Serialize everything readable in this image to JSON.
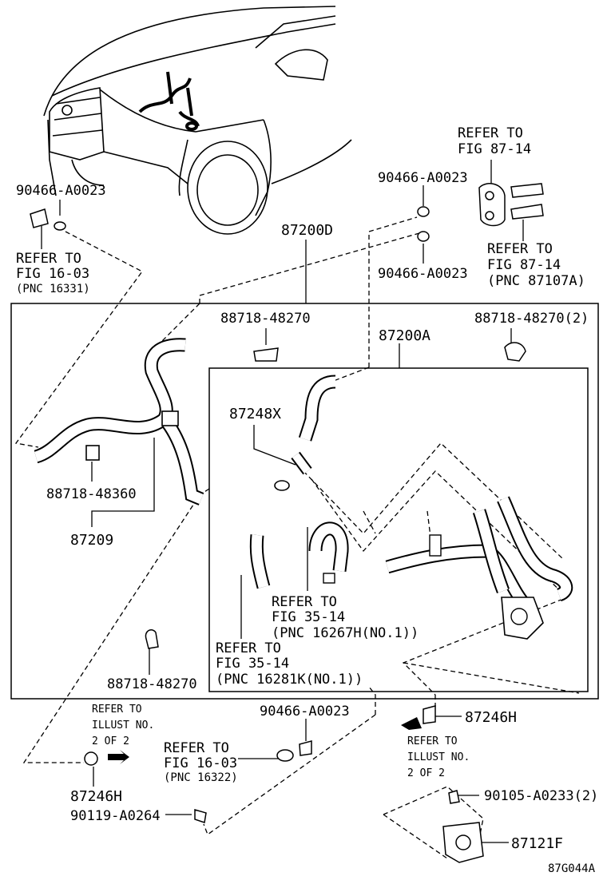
{
  "diagram_id": "87G044A",
  "labels": {
    "p90466_a": "90466-A0023",
    "p90466_b": "90466-A0023",
    "p90466_c": "90466-A0023",
    "p90466_d": "90466-A0023",
    "p87200D": "87200D",
    "p87200A": "87200A",
    "p88718_48270_a": "88718-48270",
    "p88718_48270_2": "88718-48270(2)",
    "p88718_48270_b": "88718-48270",
    "p88718_48360": "88718-48360",
    "p87209": "87209",
    "p87248X": "87248X",
    "p87246H_a": "87246H",
    "p87246H_b": "87246H",
    "p90119": "90119-A0264",
    "p90105": "90105-A0233(2)",
    "p87121F": "87121F"
  },
  "refs": {
    "r1": [
      "REFER TO",
      "FIG 87-14"
    ],
    "r2": [
      "REFER TO",
      "FIG 87-14",
      "(PNC 87107A)"
    ],
    "r3": [
      "REFER TO",
      "FIG 16-03",
      "(PNC 16331)"
    ],
    "r4": [
      "REFER TO",
      "FIG 35-14",
      "(PNC 16267H(NO.1))"
    ],
    "r5": [
      "REFER TO",
      "FIG 35-14",
      "(PNC 16281K(NO.1))"
    ],
    "r6": [
      "REFER TO",
      "ILLUST NO.",
      "2 OF 2"
    ],
    "r7": [
      "REFER TO",
      "FIG 16-03",
      "(PNC 16322)"
    ],
    "r8": [
      "REFER TO",
      "ILLUST NO.",
      "2 OF 2"
    ]
  }
}
